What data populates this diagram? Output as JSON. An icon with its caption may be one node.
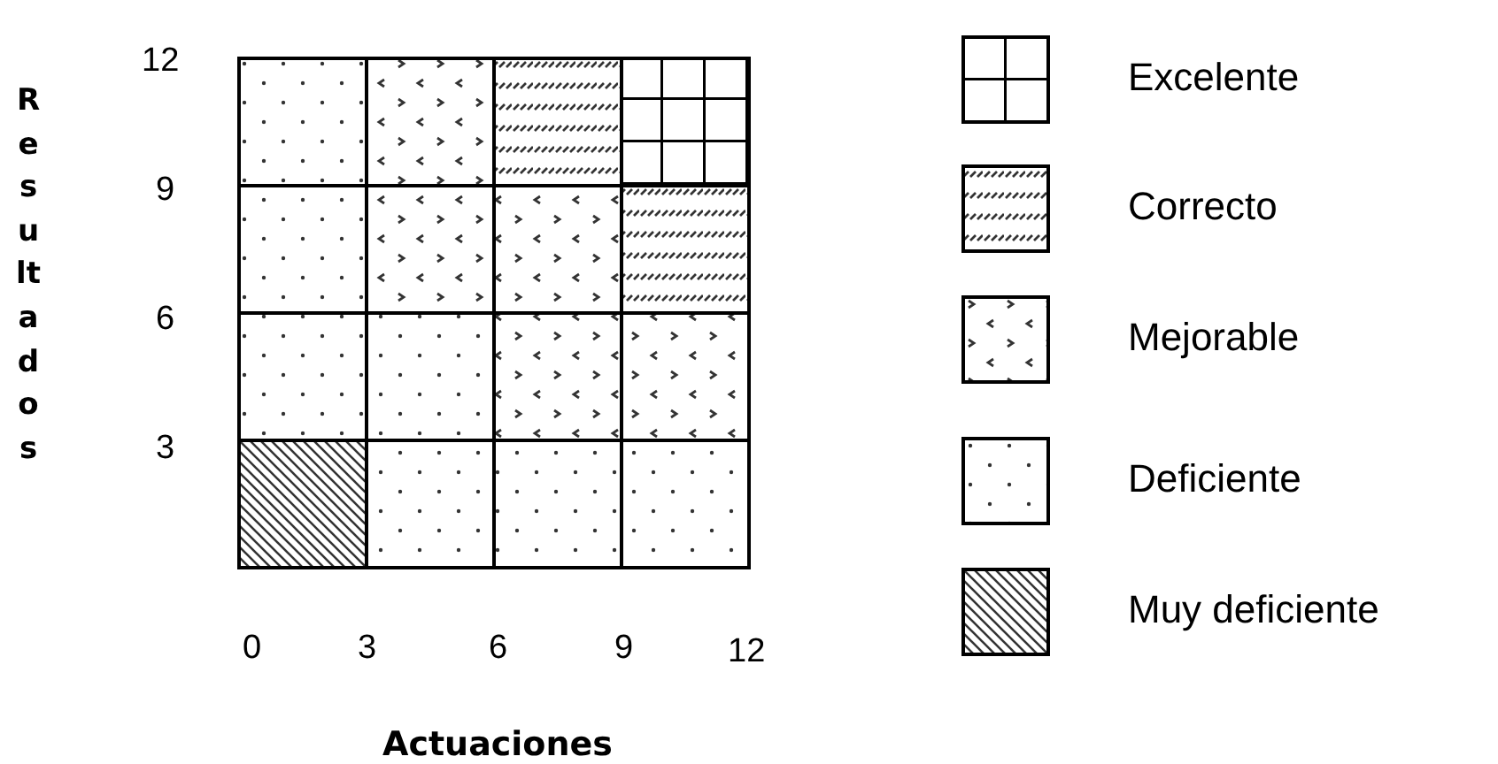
{
  "diagram": {
    "labels": [
      "Resultados",
      "12",
      "9",
      "6",
      "3",
      "0",
      "3",
      "6",
      "9",
      "12",
      "Actuaciones"
    ],
    "legend": [
      {
        "text": "Excelente"
      },
      {
        "text": "Correcto"
      },
      {
        "text": "Mejorable"
      },
      {
        "text": "Deficiente"
      },
      {
        "text": "Muy deficiente"
      }
    ]
  }
}
